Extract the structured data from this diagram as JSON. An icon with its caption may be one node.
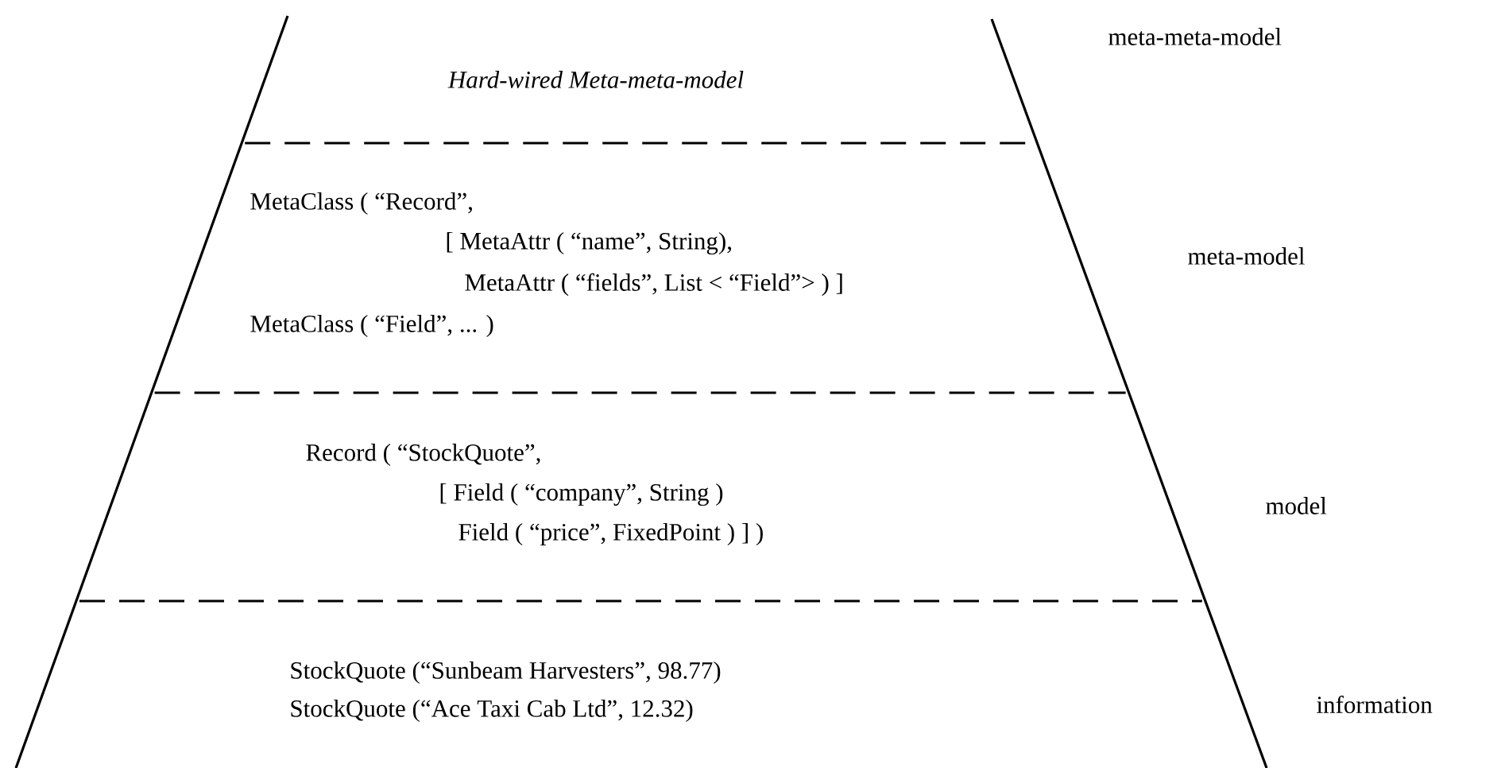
{
  "diagram": {
    "nodes": [
      {
        "text": [
          "Hard-wired Meta-meta-model"
        ],
        "beside": [
          "meta-meta-model"
        ]
      },
      {
        "text": [
          "MetaClass ( “Record”,",
          "[ MetaAttr ( “name”, String),",
          "MetaAttr ( “fields”, List < “Field”> ) ]",
          "MetaClass ( “Field”, ... )"
        ],
        "beside": [
          "meta-model"
        ]
      },
      {
        "text": [
          "Record ( “StockQuote”,",
          "[ Field ( “company”, String )",
          "Field ( “price”, FixedPoint ) ] )"
        ],
        "beside": [
          "model"
        ]
      },
      {
        "text": [
          "StockQuote (“Sunbeam Harvesters”, 98.77)",
          "StockQuote (“Ace Taxi Cab Ltd”, 12.32)"
        ],
        "beside": [
          "information"
        ]
      }
    ]
  }
}
